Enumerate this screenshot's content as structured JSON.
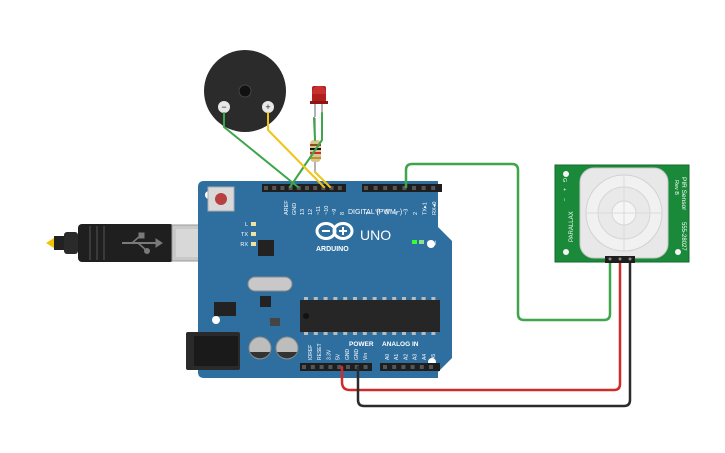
{
  "board": {
    "brand": "ARDUINO",
    "model": "UNO",
    "digital_label": "DIGITAL (PWM~)",
    "power_label": "POWER",
    "analog_label": "ANALOG IN",
    "on_label": "ON",
    "led_labels": [
      "L",
      "TX",
      "RX"
    ],
    "digital_pins_left": [
      "AREF",
      "GND",
      "13",
      "12",
      "~11",
      "~10",
      "~9",
      "8"
    ],
    "digital_pins_right": [
      "7",
      "~6",
      "~5",
      "4",
      "~3",
      "2",
      "TX▸1",
      "RX◂0"
    ],
    "power_pins": [
      "IOREF",
      "RESET",
      "3.3V",
      "5V",
      "GND",
      "GND",
      "Vin"
    ],
    "analog_pins": [
      "A0",
      "A1",
      "A2",
      "A3",
      "A4",
      "A5"
    ]
  },
  "buzzer": {
    "minus": "−",
    "plus": "+"
  },
  "pir": {
    "title": "PIR Sensor",
    "rev": "Rev B",
    "brand": "PARALLAX",
    "part": "555-28027",
    "pins": [
      "G",
      "+",
      "−"
    ]
  },
  "colors": {
    "board": "#2f6fa0",
    "wire_green": "#3ea64a",
    "wire_yellow": "#f0c419",
    "wire_red": "#d02a2a",
    "wire_black": "#2b2b2b",
    "pir_pcb": "#1a8a3a",
    "led": "#b11e1e"
  }
}
